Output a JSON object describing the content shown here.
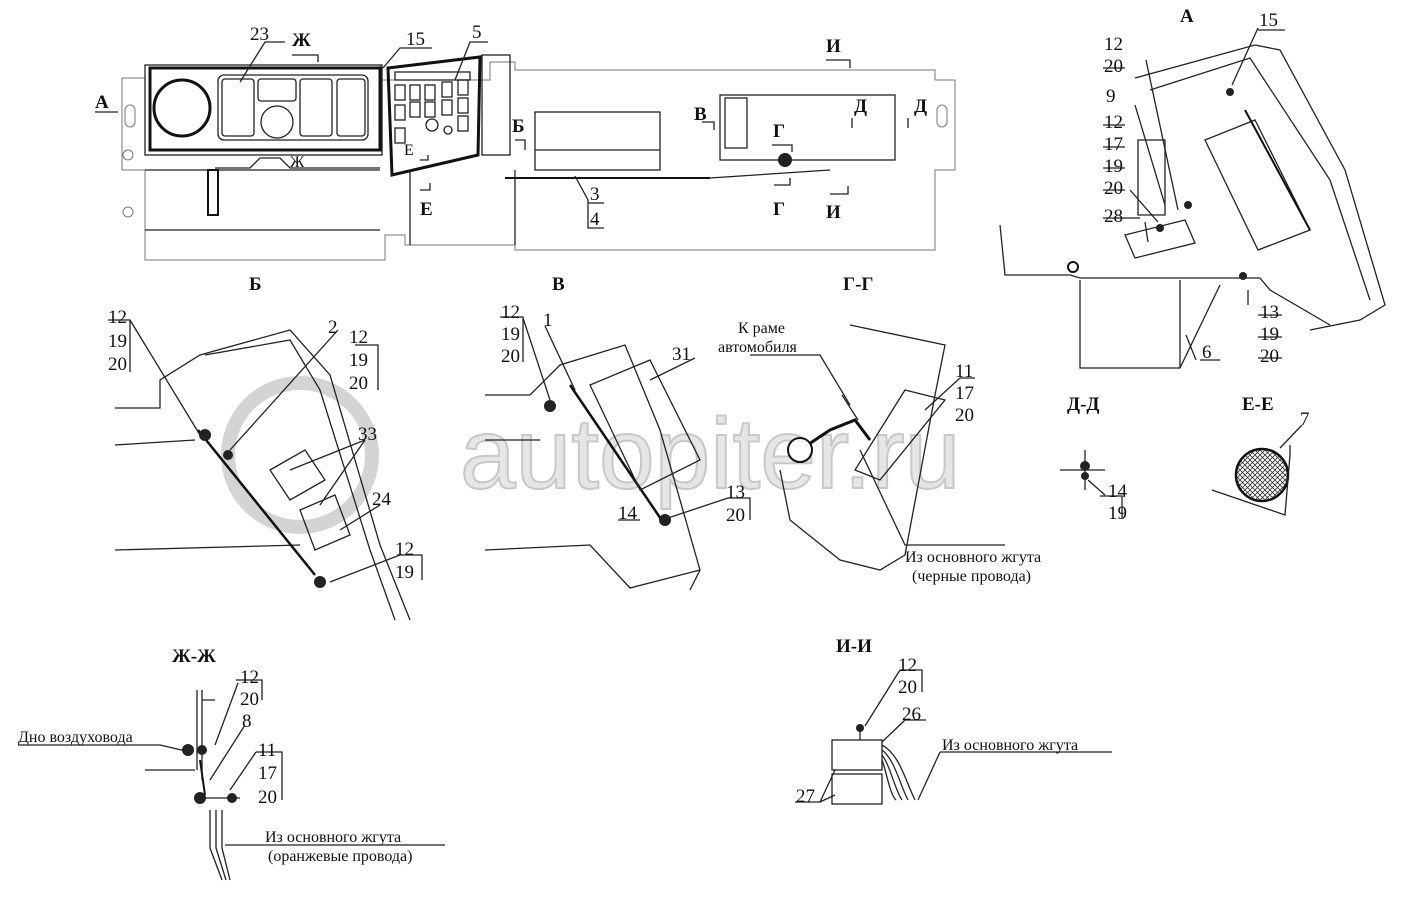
{
  "watermark": "autopiter.ru",
  "top_view": {
    "marks": {
      "A": "А",
      "zh_top": "Ж",
      "zh_bottom": "Ж",
      "b": "Б",
      "v": "В",
      "g_top": "Г",
      "g_bottom": "Г",
      "d_left": "Д",
      "d_right": "Д",
      "e_inner": "Е",
      "e_outer": "Е",
      "i_top": "И",
      "i_bottom": "И"
    },
    "callouts": {
      "c23": "23",
      "c15": "15",
      "c5": "5",
      "c3": "3",
      "c4": "4"
    }
  },
  "section_A": {
    "title": "А",
    "c15": "15",
    "c12a": "12",
    "c20a": "20",
    "c9": "9",
    "c12b": "12",
    "c17": "17",
    "c19": "19",
    "c20b": "20",
    "c28": "28",
    "c13": "13",
    "c19b": "19",
    "c20c": "20",
    "c6": "6"
  },
  "section_B": {
    "title": "Б",
    "a12": "12",
    "a19": "19",
    "a20": "20",
    "c2": "2",
    "b12": "12",
    "b19": "19",
    "b20": "20",
    "c33": "33",
    "c24": "24",
    "d12": "12",
    "d19": "19"
  },
  "section_V": {
    "title": "В",
    "a12": "12",
    "a19": "19",
    "a20": "20",
    "c1": "1",
    "c31": "31",
    "c14": "14",
    "c13": "13",
    "c20": "20"
  },
  "section_GG": {
    "title": "Г-Г",
    "to_frame_1": "К раме",
    "to_frame_2": "автомобиля",
    "c11": "11",
    "c17": "17",
    "c20": "20",
    "from_harness": "Из основного жгута",
    "wires": "(черные провода)"
  },
  "section_DD": {
    "title": "Д-Д",
    "c14": "14",
    "c19": "19"
  },
  "section_EE": {
    "title": "Е-Е",
    "c7": "7"
  },
  "section_ZhZh": {
    "title": "Ж-Ж",
    "c12": "12",
    "c20": "20",
    "c8": "8",
    "duct_bottom": "Дно воздуховода",
    "c11": "11",
    "c17": "17",
    "c20b": "20",
    "from_harness": "Из основного жгута",
    "wires": "(оранжевые провода)"
  },
  "section_II": {
    "title": "И-И",
    "c12": "12",
    "c20": "20",
    "c26": "26",
    "from_harness": "Из основного жгута",
    "c27": "27"
  }
}
